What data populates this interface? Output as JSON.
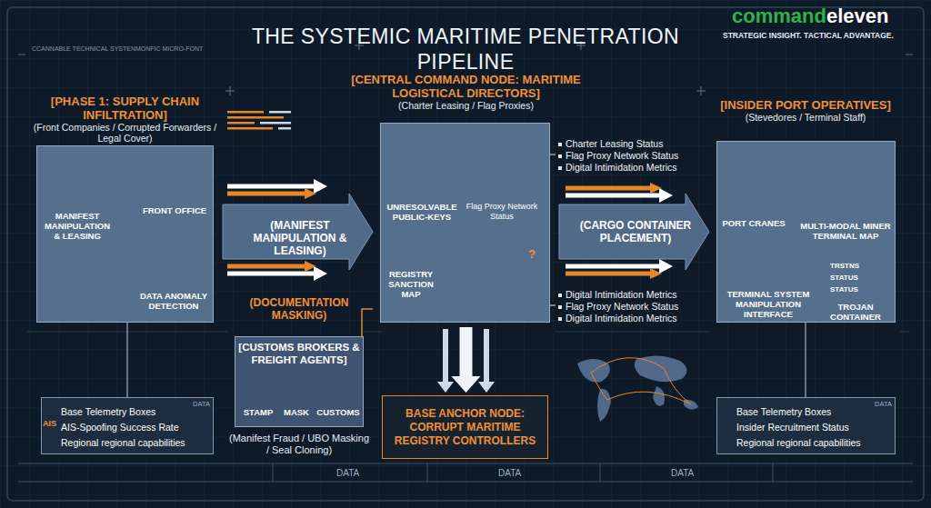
{
  "diagram": {
    "title": "THE SYSTEMIC MARITIME PENETRATION PIPELINE",
    "nodes": [
      {
        "text": [
          "[PHASE 1: SUPPLY CHAIN INFILTRATION]",
          "(Front Companies / Corrupted Forwarders / Legal Cover)"
        ]
      },
      {
        "text": [
          "MANIFEST MANIPULATION & LEASING"
        ],
        "in": 0
      },
      {
        "text": [
          "FRONT OFFICE"
        ],
        "in": 0
      },
      {
        "text": [
          "DATA ANOMALY DETECTION"
        ],
        "in": 0
      },
      {
        "text": [
          "[CENTRAL COMMAND NODE: MARITIME LOGISTICAL DIRECTORS]",
          "(Charter Leasing / Flag Proxies)"
        ]
      },
      {
        "text": [
          "UNRESOLVABLE PUBLIC-KEYS"
        ],
        "in": 4
      },
      {
        "text": [
          "Flag Proxy Network Status"
        ],
        "in": 4
      },
      {
        "text": [
          "REGISTRY SANCTION MAP"
        ],
        "in": 4
      },
      {
        "text": [
          "[INSIDER PORT OPERATIVES]",
          "(Stevedores / Terminal Staff)"
        ]
      },
      {
        "text": [
          "PORT CRANES"
        ],
        "in": 8
      },
      {
        "text": [
          "MULTI-MODAL MINER TERMINAL MAP"
        ],
        "in": 8
      },
      {
        "text": [
          "TERMINAL SYSTEM MANIPULATION INTERFACE"
        ],
        "in": 8
      },
      {
        "text": [
          "TROJAN CONTAINER"
        ],
        "in": 8
      },
      {
        "text": [
          "[CUSTOMS BROKERS & FREIGHT AGENTS]",
          "STAMP",
          "MASK",
          "CUSTOMS",
          "(Manifest Fraud / UBO Masking / Seal Cloning)"
        ]
      },
      {
        "text": [
          "BASE ANCHOR NODE: CORRUPT MARITIME REGISTRY CONTROLLERS"
        ]
      },
      {
        "text": [
          "DATA",
          "Base Telemetry Boxes",
          "AIS-Spoofing Success Rate",
          "Regional regional capabilities"
        ]
      },
      {
        "text": [
          "DATA",
          "Base Telemetry Boxes",
          "Insider Recruitment Status",
          "Regional regional capabilities"
        ]
      }
    ],
    "edges": [
      {
        "from": 0,
        "to": 4,
        "label": "(MANIFEST MANIPULATION & LEASING)",
        "arrow": "to"
      },
      {
        "from": 4,
        "to": 8,
        "label": "(CARGO CONTAINER PLACEMENT)",
        "arrow": "to"
      },
      {
        "from": 4,
        "to": 14,
        "arrow": "to"
      },
      {
        "from": 13,
        "to": 4,
        "label": "(DOCUMENTATION MASKING)",
        "arrow": "none"
      },
      {
        "from": 1,
        "to": 2,
        "arrow": "to"
      },
      {
        "from": 2,
        "to": 3,
        "arrow": "to"
      },
      {
        "from": 0,
        "to": 15,
        "arrow": "none"
      },
      {
        "from": 8,
        "to": 16,
        "arrow": "none"
      }
    ],
    "labels": [
      "command",
      "eleven",
      "STRATEGIC INSIGHT. TACTICAL ADVANTAGE.",
      "CCANNABLE TECHNICAL SYSTENMONFIC MICRO-FONT",
      "Charter Leasing Status",
      "Flag Proxy Network Status",
      "Digital Intimidation Metrics",
      "Digital Intimidation Metrics",
      "Flag Proxy Network Status",
      "Digital Intimidation Metrics",
      "?",
      "AIS",
      "TRSTNS",
      "STATUS",
      "STATUS",
      "DATA",
      "DATA",
      "DATA"
    ]
  }
}
